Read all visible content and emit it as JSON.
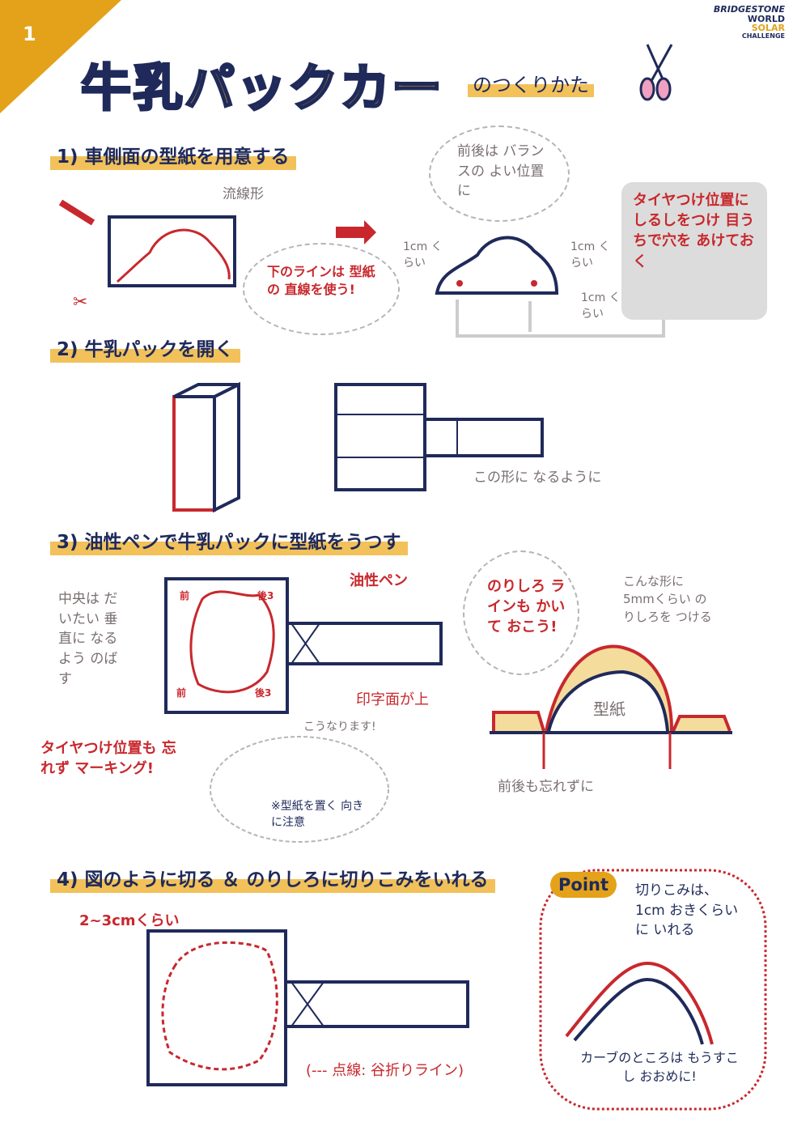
{
  "page_number": "1",
  "logo": {
    "brand": "BRIDGESTONE",
    "line1": "WORLD",
    "line2": "SOLAR",
    "line3": "CHALLENGE"
  },
  "title": {
    "main": "牛乳パックカー",
    "sub": "のつくりかた"
  },
  "colors": {
    "accent": "#E3A21A",
    "navy": "#1F2A5A",
    "red": "#C8282D",
    "note": "#7A6F70"
  },
  "step1": {
    "heading": "1) 車側面の型紙を用意する",
    "label_streamline": "流線形",
    "bubble_bottom_line": "下のラインは 型紙の 直線を使う!",
    "bubble_balance": "前後は バランスの よい位置に",
    "dim_left": "1cm くらい",
    "dim_right": "1cm くらい",
    "dim_bottom": "1cm くらい",
    "tire_note": "タイヤつけ位置に しるしをつけ 目うちで穴を あけておく"
  },
  "step2": {
    "heading": "2) 牛乳パックを開く",
    "note": "この形に なるように"
  },
  "step3": {
    "heading": "3) 油性ペンで牛乳パックに型紙をうつす",
    "center_note": "中央は だいたい 垂直に なるよう のばす",
    "pen_label": "油性ペン",
    "front": "前",
    "rear": "後3",
    "print_up": "印字面が上",
    "tire_marking": "タイヤつけ位置も 忘れず マーキング!",
    "result": "こうなります!",
    "orientation": "※型紙を置く 向きに注意",
    "glue_bubble": "のりしろ ラインも かいて おこう!",
    "glue_note": "こんな形に 5mmくらい のりしろを つける",
    "template": "型紙",
    "dont_forget": "前後も忘れずに"
  },
  "step4": {
    "heading": "4) 図のように切る ＆ のりしろに切りこみをいれる",
    "margin": "2~3cmくらい",
    "fold_legend": "(--- 点線: 谷折りライン)",
    "point_badge": "Point",
    "point_text": "切りこみは、 1cm おきくらいに いれる",
    "curve_note": "カーブのところは もうすこし おおめに!"
  }
}
